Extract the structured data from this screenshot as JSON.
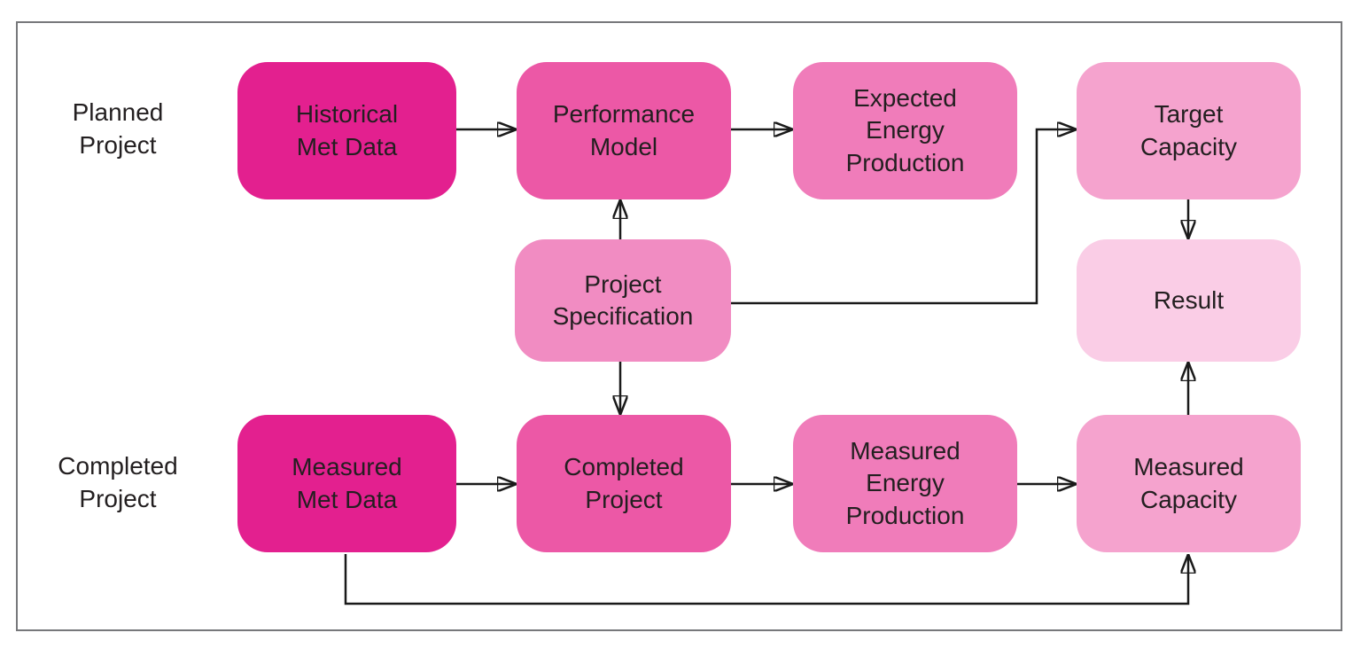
{
  "theme": {
    "line": "#1a1a1a",
    "text": "#231f20",
    "frame": "#77787b",
    "background": "#ffffff"
  },
  "diagram": {
    "row_labels": [
      {
        "id": "planned-project",
        "text": "Planned\nProject"
      },
      {
        "id": "completed-project",
        "text": "Completed\nProject"
      }
    ],
    "nodes": [
      {
        "id": "historical-met-data",
        "label": "Historical\nMet Data",
        "color": "#e3208f"
      },
      {
        "id": "performance-model",
        "label": "Performance\nModel",
        "color": "#ec58a6"
      },
      {
        "id": "expected-energy-production",
        "label": "Expected\nEnergy\nProduction",
        "color": "#f07cba"
      },
      {
        "id": "target-capacity",
        "label": "Target\nCapacity",
        "color": "#f5a3ce"
      },
      {
        "id": "project-specification",
        "label": "Project\nSpecification",
        "color": "#f18cc2"
      },
      {
        "id": "result",
        "label": "Result",
        "color": "#facde6"
      },
      {
        "id": "measured-met-data",
        "label": "Measured\nMet Data",
        "color": "#e3208f"
      },
      {
        "id": "completed-project",
        "label": "Completed\nProject",
        "color": "#ec58a6"
      },
      {
        "id": "measured-energy-production",
        "label": "Measured\nEnergy\nProduction",
        "color": "#f07cba"
      },
      {
        "id": "measured-capacity",
        "label": "Measured\nCapacity",
        "color": "#f5a3ce"
      }
    ],
    "edges": [
      "historical-met-data -> performance-model",
      "performance-model -> expected-energy-production",
      "project-specification -> performance-model",
      "project-specification -> target-capacity",
      "project-specification -> completed-project",
      "target-capacity -> result",
      "measured-met-data -> completed-project",
      "completed-project -> measured-energy-production",
      "measured-energy-production -> measured-capacity",
      "measured-capacity -> result",
      "measured-met-data -> measured-capacity"
    ]
  }
}
